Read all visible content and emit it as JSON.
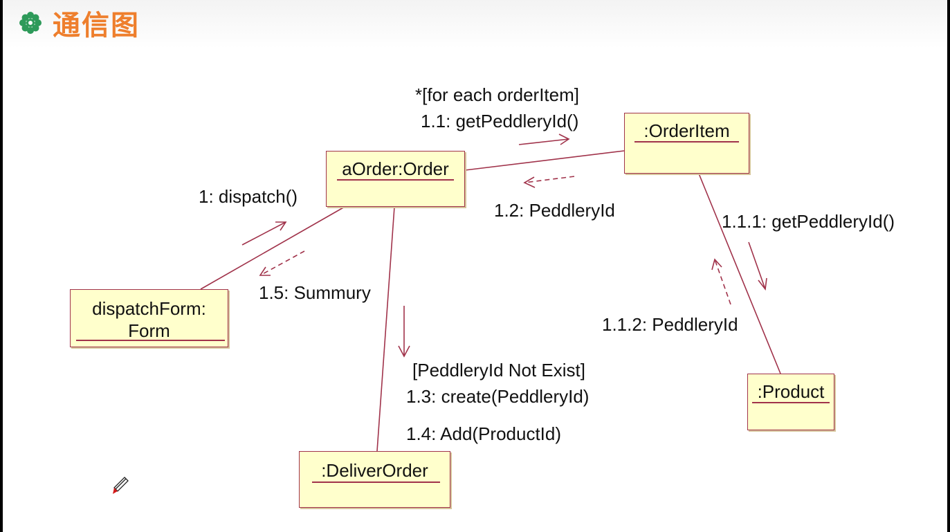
{
  "slide": {
    "title": "通信图",
    "bullet_icon": "flower-bullet-icon",
    "title_color": "#ee7f2d",
    "bullet_color": "#2e9a5a"
  },
  "diagram": {
    "line_color": "#a0324a",
    "box_fill": "#ffffcc",
    "objects": {
      "order": {
        "label": "aOrder:Order"
      },
      "order_item": {
        "label": ":OrderItem"
      },
      "dispatch_form": {
        "line1": "dispatchForm:",
        "line2": "Form"
      },
      "deliver_order": {
        "label": ":DeliverOrder"
      },
      "product": {
        "label": ":Product"
      }
    },
    "messages": {
      "for_each": "*[for each orderItem]",
      "m1_1": "1.1: getPeddleryId()",
      "m1_2": "1.2: PeddleryId",
      "m1": "1: dispatch()",
      "m1_5": "1.5: Summury",
      "m1_1_1": "1.1.1: getPeddleryId()",
      "m1_1_2": "1.1.2: PeddleryId",
      "guard_not_exist": "[PeddleryId Not Exist]",
      "m1_3": "1.3: create(PeddleryId)",
      "m1_4": "1.4: Add(ProductId)"
    }
  }
}
